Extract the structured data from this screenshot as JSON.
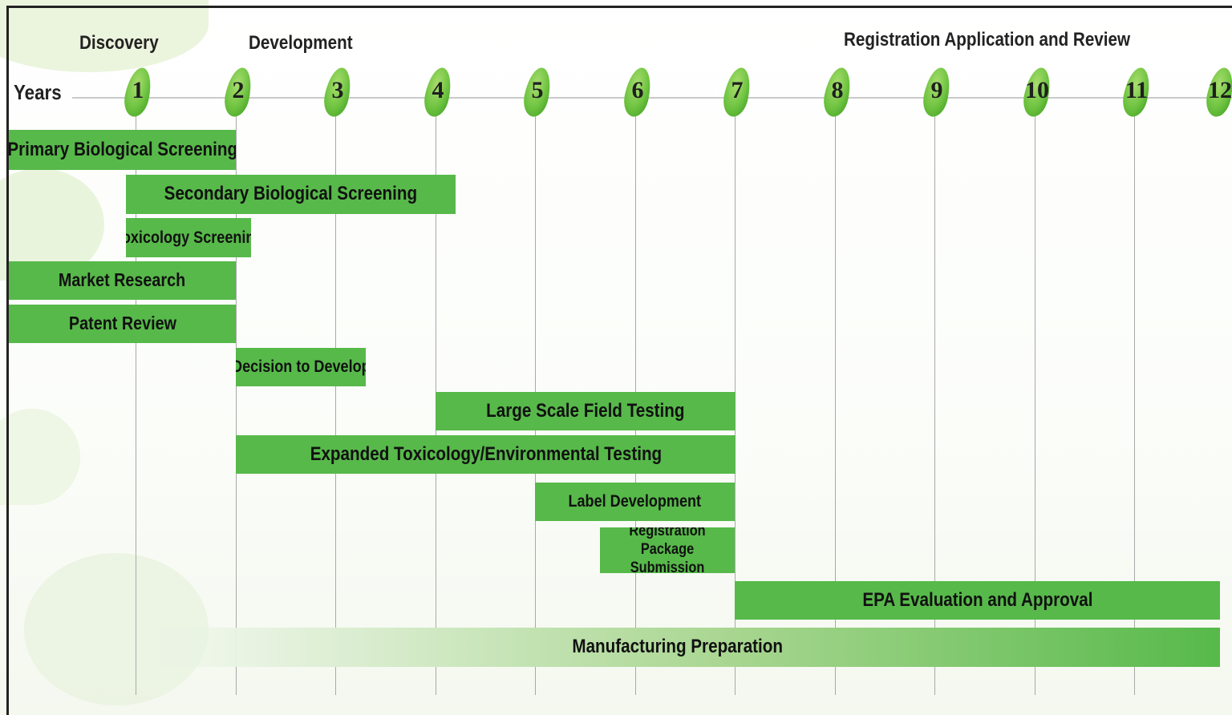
{
  "phases": {
    "discovery": "Discovery",
    "development": "Development",
    "registration": "Registration Application and Review"
  },
  "years_label": "Years",
  "years": [
    "1",
    "2",
    "3",
    "4",
    "5",
    "6",
    "7",
    "8",
    "9",
    "10",
    "11",
    "12"
  ],
  "bars": [
    {
      "label": "Primary Biological Screening",
      "start_year": 0,
      "end_year": 2
    },
    {
      "label": "Secondary Biological Screening",
      "start_year": 0.9,
      "end_year": 4.2
    },
    {
      "label": "Toxicology Screening",
      "start_year": 0.9,
      "end_year": 2.15
    },
    {
      "label": "Market Research",
      "start_year": 0,
      "end_year": 2
    },
    {
      "label": "Patent Review",
      "start_year": 0,
      "end_year": 2
    },
    {
      "label": "Decision to Develop",
      "start_year": 2,
      "end_year": 3.3
    },
    {
      "label": "Large Scale Field Testing",
      "start_year": 4,
      "end_year": 7
    },
    {
      "label": "Expanded Toxicology/Environmental Testing",
      "start_year": 2,
      "end_year": 7
    },
    {
      "label": "Label Development",
      "start_year": 5,
      "end_year": 7
    },
    {
      "label": "Registration Package Submission",
      "start_year": 5.65,
      "end_year": 7
    },
    {
      "label": "EPA Evaluation and Approval",
      "start_year": 7,
      "end_year": 12
    },
    {
      "label": "Manufacturing Preparation",
      "start_year": 1,
      "end_year": 12
    }
  ],
  "colors": {
    "bar": "#57b94a",
    "leaf": "#6cc23f",
    "grid": "#a9a9a9",
    "border": "#222222"
  }
}
